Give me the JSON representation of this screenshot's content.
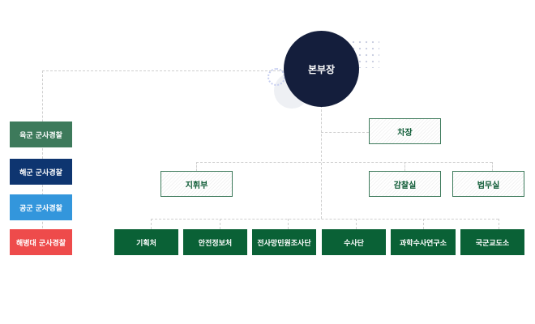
{
  "head": {
    "label": "본부장",
    "color": "#141e3c"
  },
  "deputy": {
    "label": "차장"
  },
  "level2": [
    {
      "label": "지휘부"
    },
    {
      "label": "감찰실"
    },
    {
      "label": "법무실"
    }
  ],
  "departments": [
    {
      "label": "기획처"
    },
    {
      "label": "안전정보처"
    },
    {
      "label": "전사망민원조사단"
    },
    {
      "label": "수사단"
    },
    {
      "label": "과학수사연구소"
    },
    {
      "label": "국군교도소"
    }
  ],
  "branches": [
    {
      "label": "육군 군사경찰",
      "color": "#3d7a5b"
    },
    {
      "label": "해군 군사경찰",
      "color": "#0e3570"
    },
    {
      "label": "공군 군사경찰",
      "color": "#3396dc"
    },
    {
      "label": "해병대 군사경찰",
      "color": "#ee4b4b"
    }
  ]
}
